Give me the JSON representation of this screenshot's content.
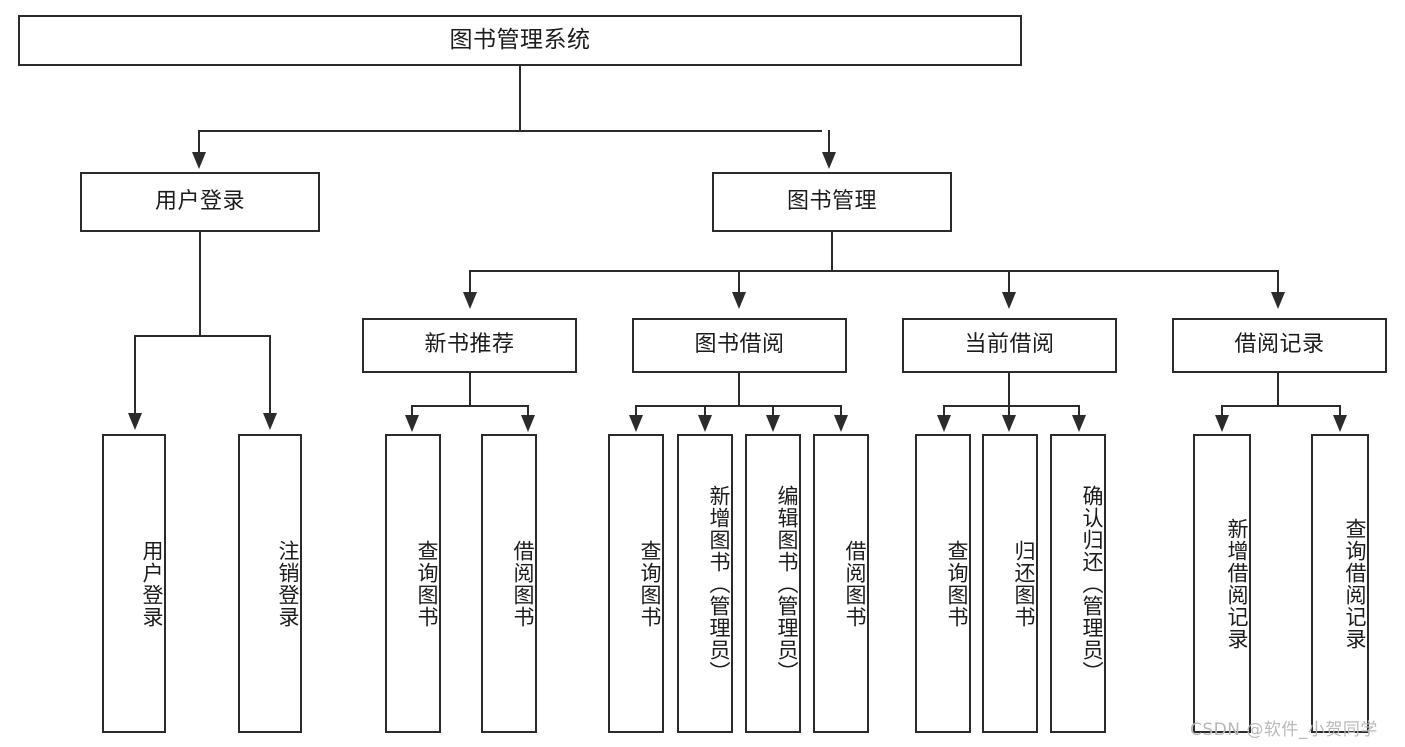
{
  "diagram": {
    "type": "tree-hierarchy",
    "title": "图书管理系统",
    "root": {
      "label": "图书管理系统"
    },
    "level1": [
      {
        "label": "用户登录"
      },
      {
        "label": "图书管理"
      }
    ],
    "level2": [
      {
        "label": "新书推荐"
      },
      {
        "label": "图书借阅"
      },
      {
        "label": "当前借阅"
      },
      {
        "label": "借阅记录"
      }
    ],
    "leaves": {
      "user_login": [
        {
          "label": "用户登录"
        },
        {
          "label": "注销登录"
        }
      ],
      "new_book_recommend": [
        {
          "label": "查询图书"
        },
        {
          "label": "借阅图书"
        }
      ],
      "book_borrow": [
        {
          "label": "查询图书"
        },
        {
          "label": "新增图书（管理员）"
        },
        {
          "label": "编辑图书（管理员）"
        },
        {
          "label": "借阅图书"
        }
      ],
      "current_borrow": [
        {
          "label": "查询图书"
        },
        {
          "label": "归还图书"
        },
        {
          "label": "确认归还（管理员）"
        }
      ],
      "borrow_record": [
        {
          "label": "新增借阅记录"
        },
        {
          "label": "查询借阅记录"
        }
      ]
    }
  },
  "watermark": {
    "text": "CSDN @软件_小贺同学"
  },
  "colors": {
    "stroke": "#2b2b2b",
    "text": "#1c1c1c",
    "background": "#ffffff",
    "watermark": "#b9b9b9"
  }
}
